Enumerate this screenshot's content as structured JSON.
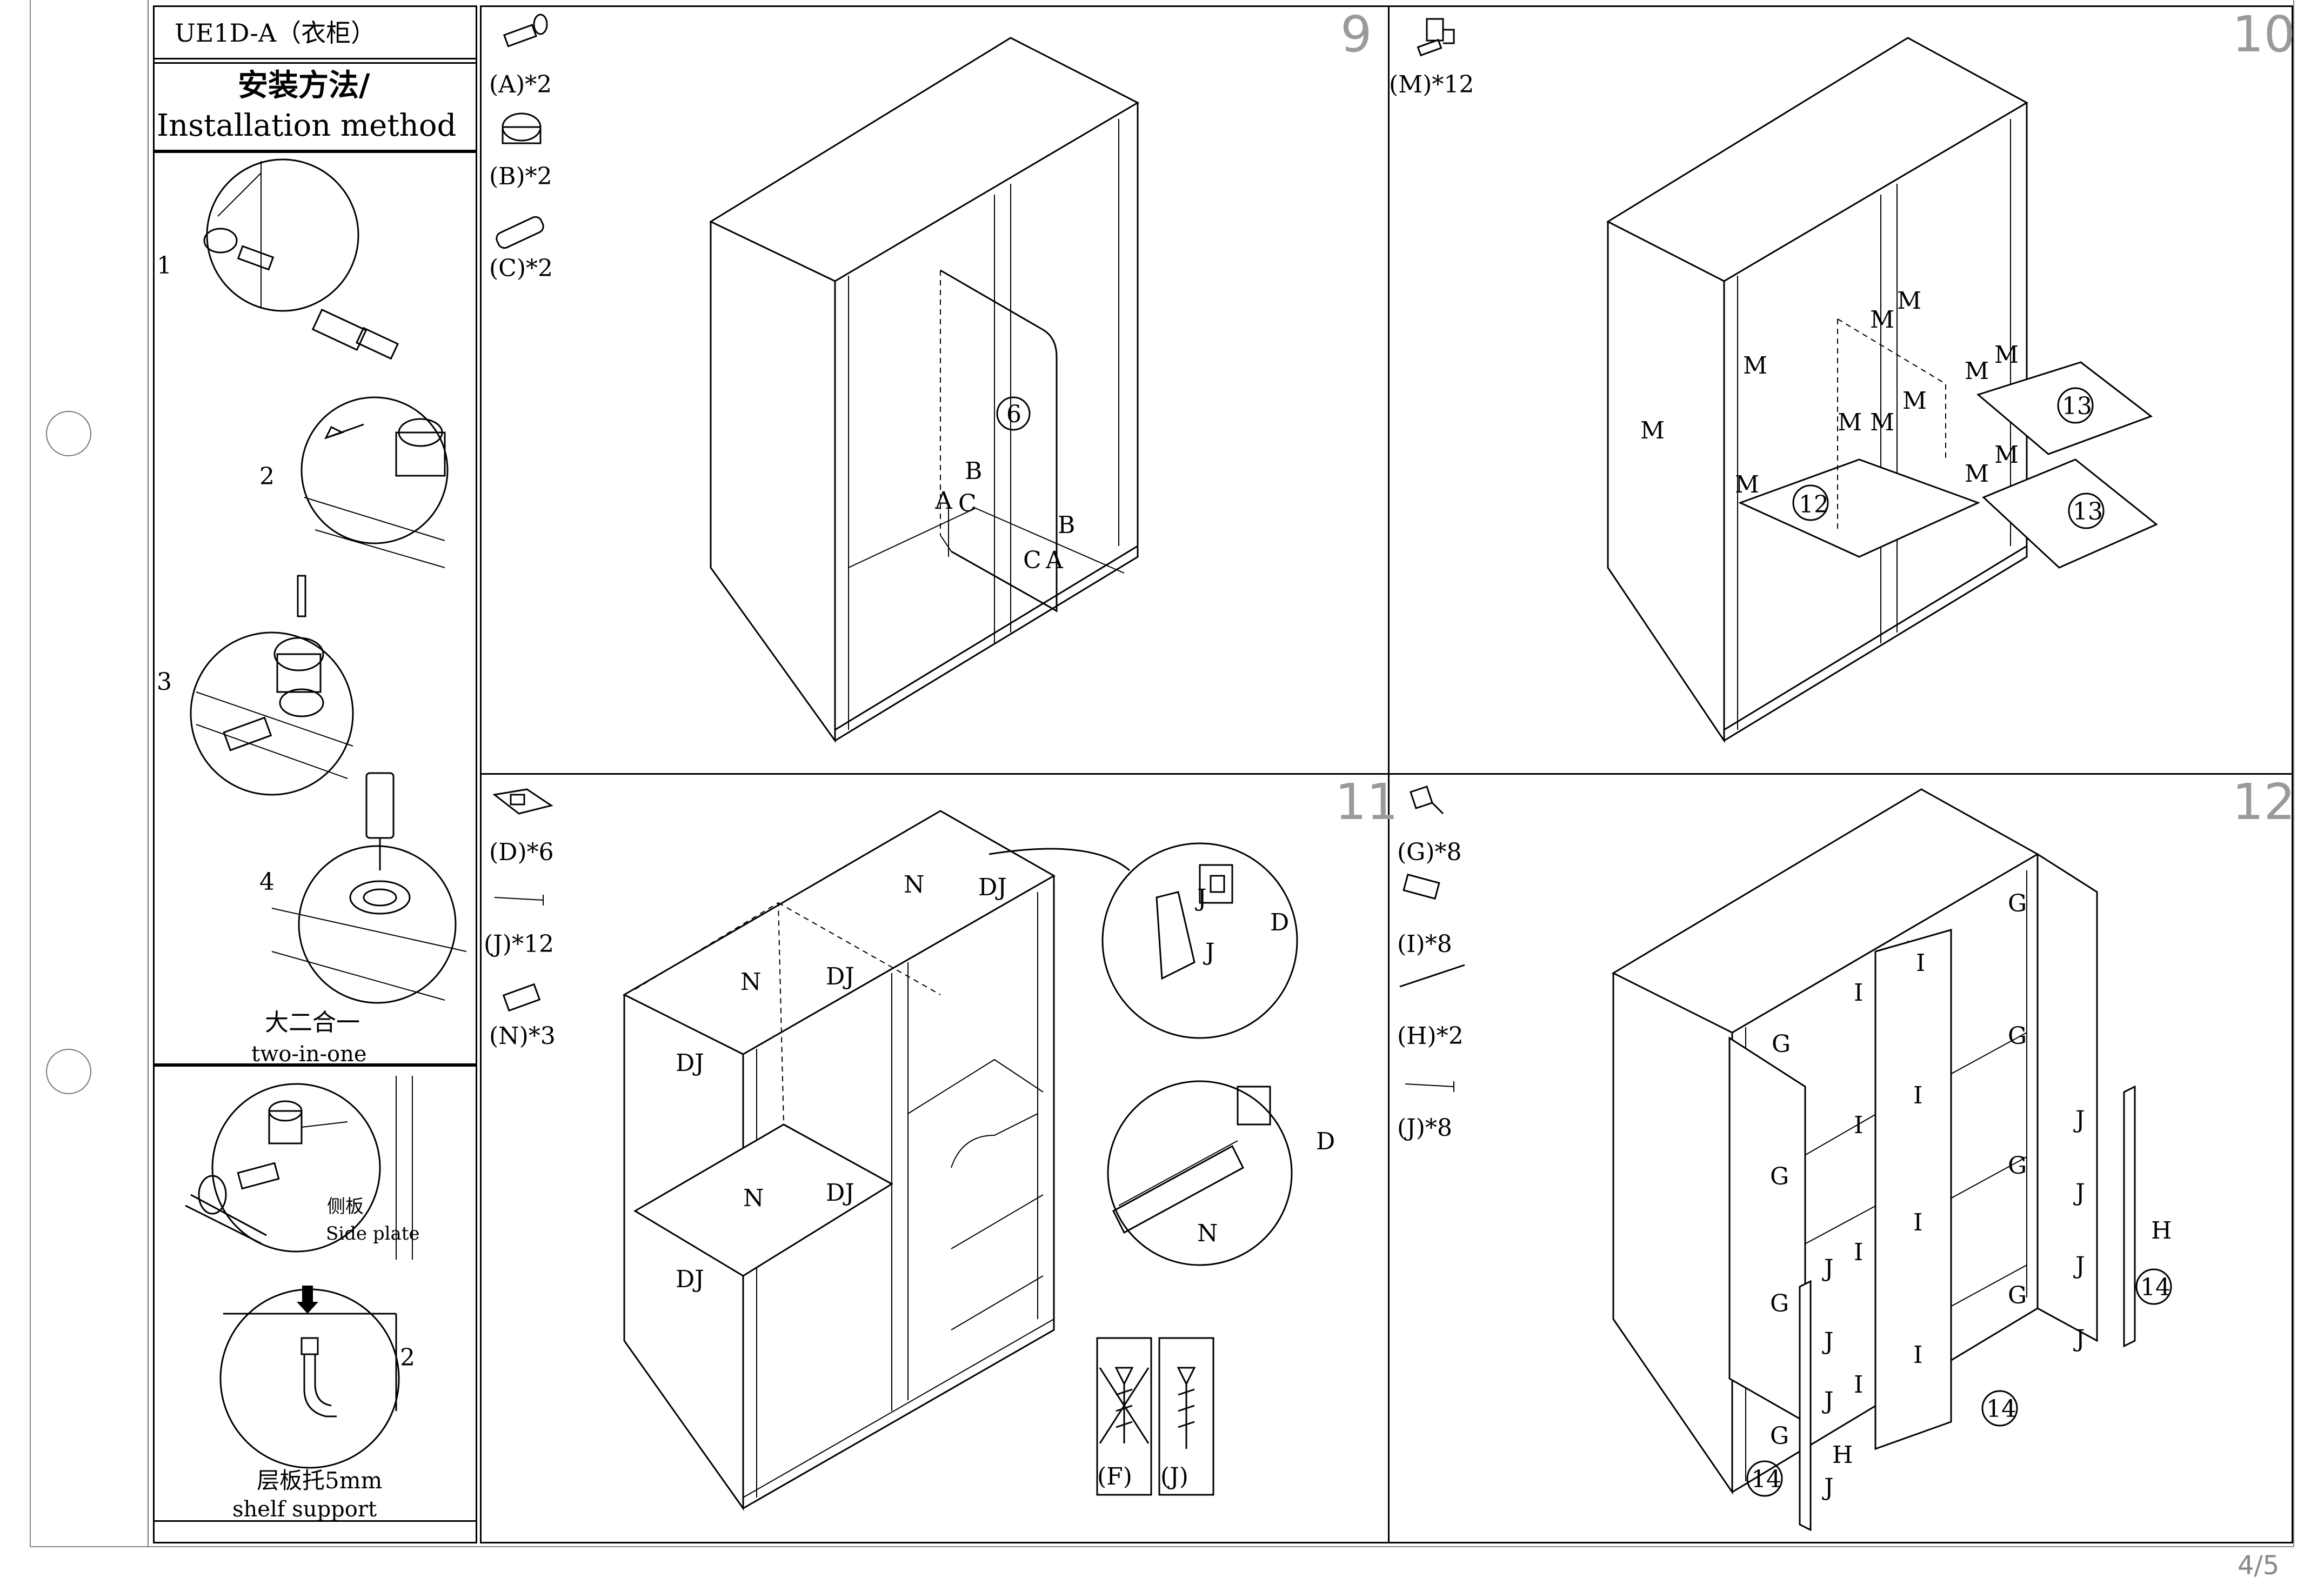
{
  "sidebar": {
    "model": "UE1D-A（衣柜）",
    "method_cn": "安装方法/",
    "method_en": "Installation method",
    "steps": [
      "1",
      "2",
      "3",
      "4"
    ],
    "two_in_one_cn": "大二合一",
    "two_in_one_en": "two-in-one",
    "side_plate_cn": "侧板",
    "side_plate_en": "Side plate",
    "support_step": "2",
    "shelf_support_cn": "层板托5mm",
    "shelf_support_en": "shelf support"
  },
  "panel9": {
    "number": "9",
    "parts": [
      "(A)*2",
      "(B)*2",
      "(C)*2"
    ],
    "board": "6",
    "callouts": [
      "A",
      "C",
      "B",
      "B",
      "C",
      "A"
    ]
  },
  "panel10": {
    "number": "10",
    "parts": [
      "(M)*12"
    ],
    "boards": [
      "12",
      "13",
      "13"
    ],
    "callout": "M"
  },
  "panel11": {
    "number": "11",
    "parts": [
      "(D)*6",
      "(J)*12",
      "(N)*3"
    ],
    "callouts": [
      "N",
      "DJ",
      "J",
      "D"
    ],
    "screw_wrong": "(F)",
    "screw_right": "(J)"
  },
  "panel12": {
    "number": "12",
    "parts": [
      "(G)*8",
      "(I)*8",
      "(H)*2",
      "(J)*8"
    ],
    "doors": [
      "14",
      "14",
      "14"
    ],
    "callouts": [
      "G",
      "I",
      "J",
      "H"
    ]
  },
  "page_number": "4/5",
  "colors": {
    "line": "#000000",
    "panel_number": "#9a9a9a",
    "background": "#ffffff"
  }
}
